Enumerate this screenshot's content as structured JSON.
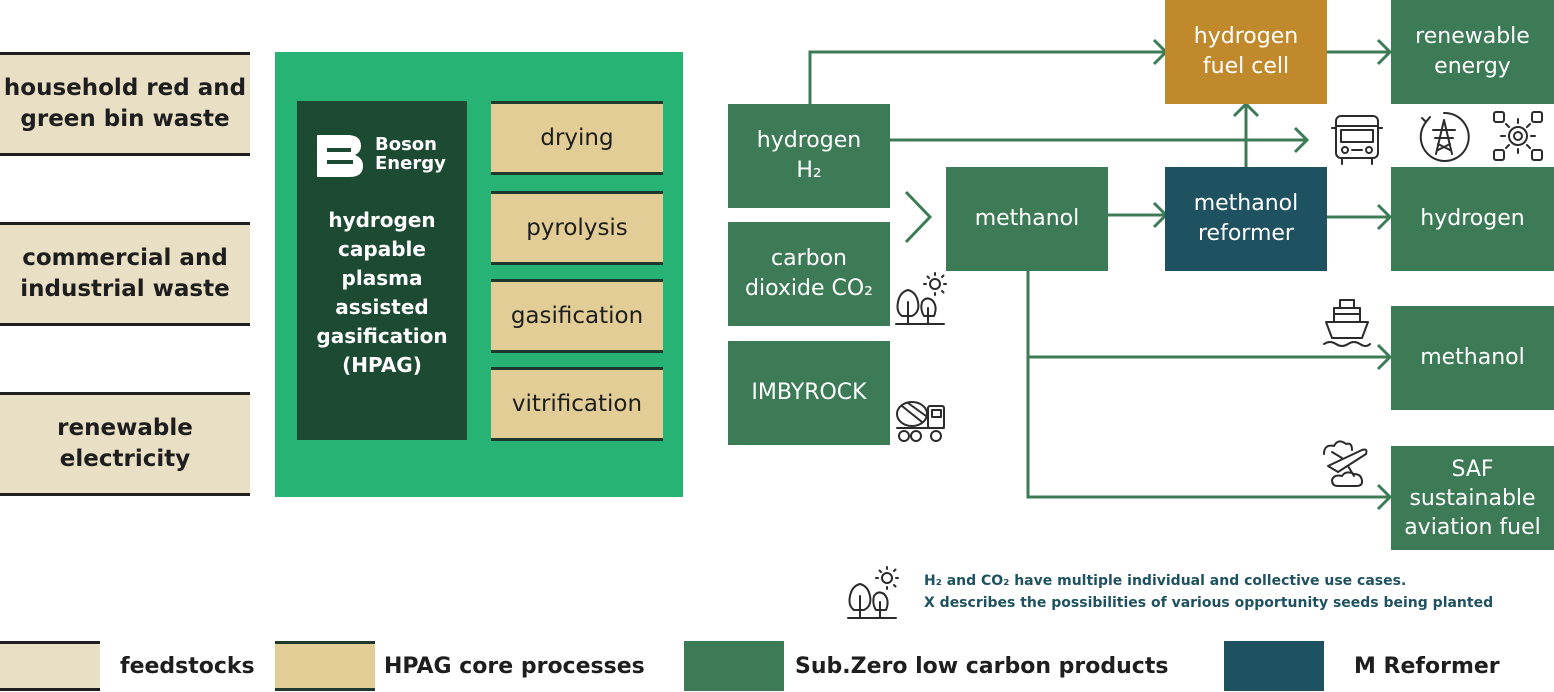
{
  "feedstocks": [
    {
      "id": "household",
      "label": "household red and green bin waste"
    },
    {
      "id": "commercial",
      "label": "commercial and industrial waste"
    },
    {
      "id": "renewable_electricity",
      "label": "renewable electricity"
    }
  ],
  "hpag": {
    "logo_line1": "Boson",
    "logo_line2": "Energy",
    "title": "hydrogen capable plasma assisted gasification (HPAG)"
  },
  "core_processes": [
    "drying",
    "pyrolysis",
    "gasification",
    "vitrification"
  ],
  "intermediate": {
    "hydrogen": "hydrogen H₂",
    "carbon_dioxide": "carbon dioxide CO₂",
    "imbyrock": "IMBYROCK",
    "methanol": "methanol",
    "methanol_reformer": "methanol reformer",
    "fuel_cell": "hydrogen fuel cell"
  },
  "outputs": {
    "renewable_energy": "renewable energy",
    "hydrogen": "hydrogen",
    "methanol": "methanol",
    "saf": "SAF sustainable aviation fuel"
  },
  "icons": [
    "bus-icon",
    "power-pylon-icon",
    "gear-cycle-icon",
    "trees-sun-icon",
    "mixer-truck-icon",
    "ship-icon",
    "plane-icon"
  ],
  "note": {
    "line1": "H₂ and CO₂ have multiple individual and collective use cases.",
    "line2": "X describes the possibilities of various opportunity seeds being planted"
  },
  "legend": [
    {
      "label": "feedstocks",
      "color": "#e9dfc4"
    },
    {
      "label": "HPAG core processes",
      "color": "#e3cd96"
    },
    {
      "label": "Sub.Zero low carbon products",
      "color": "#3d7b57"
    },
    {
      "label": "M Reformer",
      "color": "#1f5260"
    }
  ],
  "colors": {
    "feedstock": "#e9dfc4",
    "core": "#e3cd96",
    "hpag_bg": "#27b373",
    "hpag_dark": "#1d4a33",
    "product": "#3d7b57",
    "reformer": "#1f5260",
    "fuel_cell": "#c08a2c"
  }
}
